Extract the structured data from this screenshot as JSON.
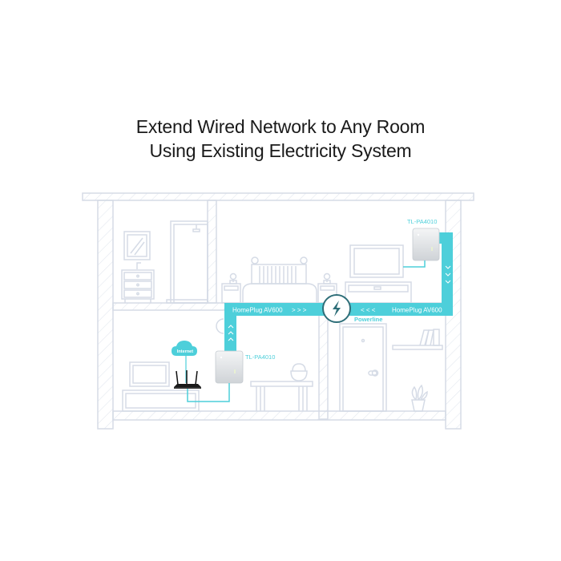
{
  "title": {
    "line1": "Extend Wired Network to Any Room",
    "line2": "Using Existing Electricity System"
  },
  "devices": {
    "upstairs_adapter": "TL-PA4010",
    "downstairs_adapter": "TL-PA4010",
    "cloud": "Internet"
  },
  "links": {
    "left_label": "HomePlug AV600",
    "left_arrows": "> > >",
    "right_label": "HomePlug AV600",
    "right_arrows": "< < <",
    "up_arrows": "^",
    "down_arrows": "v",
    "center_label": "Powerline"
  },
  "colors": {
    "accent": "#4dcfda",
    "accent_dark": "#2f6f79",
    "line": "#d5dbe6",
    "text": "#1a1a1a"
  }
}
